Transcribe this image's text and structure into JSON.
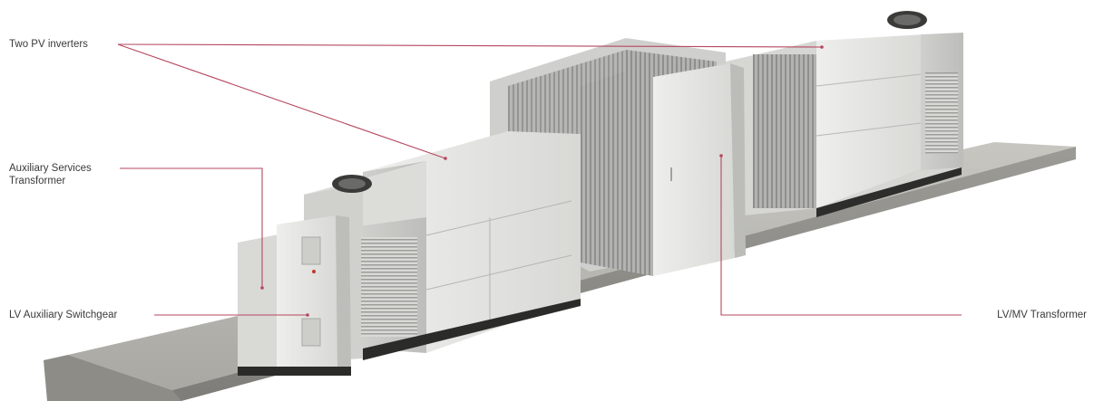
{
  "labels": {
    "pv_inverters": "Two PV inverters",
    "aux_services_line1": "Auxiliary Services",
    "aux_services_line2": "Transformer",
    "lv_aux_switchgear": "LV Auxiliary Switchgear",
    "lv_mv_transformer": "LV/MV Transformer"
  },
  "colors": {
    "leader_line": "#b5475e",
    "concrete": "#b4b3ad",
    "enclosure": "#e4e4e2",
    "radiator": "#a9aaa8"
  }
}
